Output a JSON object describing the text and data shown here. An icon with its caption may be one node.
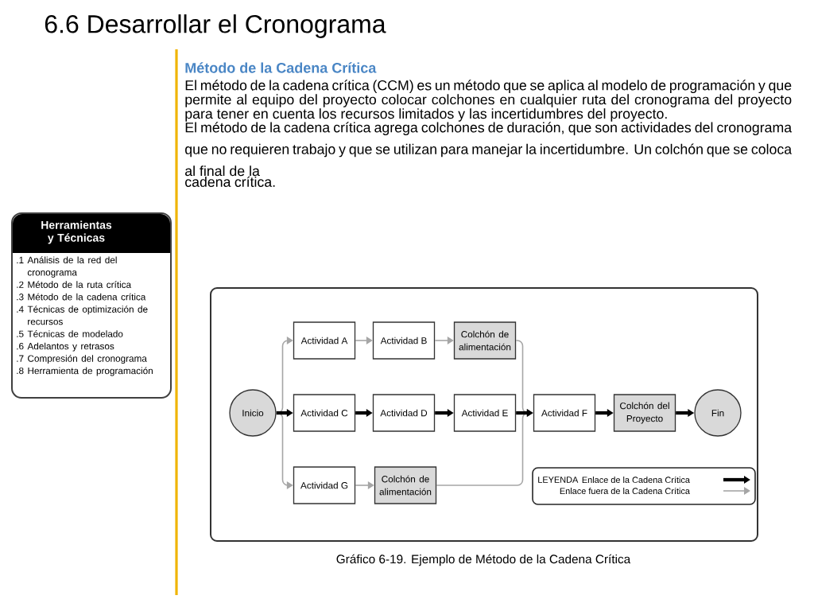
{
  "diagram": {
    "title": "6.6 Desarrollar el Cronograma",
    "caption": "Gráfico 6-19. Ejemplo de Método de la Cadena Crítica",
    "nodes": [
      {
        "text": [
          "Herramientas y Técnicas",
          ".1 Análisis de la red del cronograma",
          ".2 Método de la ruta crítica",
          ".3 Método de la cadena crítica",
          ".4 Técnicas de optimización de recursos",
          ".5 Técnicas de modelado",
          ".6 Adelantos y retrasos",
          ".7 Compresión del cronograma",
          ".8 Herramienta de programación"
        ]
      },
      {
        "text": [
          "Inicio"
        ]
      },
      {
        "text": [
          "Actividad A"
        ]
      },
      {
        "text": [
          "Actividad B"
        ]
      },
      {
        "text": [
          "Colchón de alimentación"
        ]
      },
      {
        "text": [
          "Actividad C"
        ]
      },
      {
        "text": [
          "Actividad D"
        ]
      },
      {
        "text": [
          "Actividad E"
        ]
      },
      {
        "text": [
          "Actividad F"
        ]
      },
      {
        "text": [
          "Colchón del Proyecto"
        ]
      },
      {
        "text": [
          "Fin"
        ]
      },
      {
        "text": [
          "Actividad G"
        ]
      },
      {
        "text": [
          "Colchón de alimentación"
        ]
      }
    ],
    "edges": [
      {
        "from": 1,
        "to": 2,
        "arrow": "to"
      },
      {
        "from": 1,
        "to": 5,
        "arrow": "to",
        "style": "thick",
        "color": "#000000"
      },
      {
        "from": 1,
        "to": 11,
        "arrow": "to"
      },
      {
        "from": 2,
        "to": 3,
        "arrow": "to"
      },
      {
        "from": 3,
        "to": 4,
        "arrow": "to"
      },
      {
        "from": 5,
        "to": 6,
        "arrow": "to",
        "style": "thick",
        "color": "#000000"
      },
      {
        "from": 6,
        "to": 7,
        "arrow": "to",
        "style": "thick",
        "color": "#000000"
      },
      {
        "from": 7,
        "to": 8,
        "arrow": "to",
        "style": "thick",
        "color": "#000000"
      },
      {
        "from": 4,
        "to": 8,
        "arrow": "to"
      },
      {
        "from": 11,
        "to": 12,
        "arrow": "to"
      },
      {
        "from": 12,
        "to": 8,
        "arrow": "to"
      },
      {
        "from": 8,
        "to": 9,
        "arrow": "to",
        "style": "thick",
        "color": "#000000"
      },
      {
        "from": 9,
        "to": 10,
        "arrow": "to",
        "style": "thick",
        "color": "#000000"
      }
    ],
    "labels": [
      "Método de la Cadena Crítica",
      "El método de la cadena crítica (CCM) es un método que se aplica al modelo de programación y que permite al equipo del proyecto colocar colchones en cualquier ruta del cronograma del proyecto para tener en cuenta los recursos limitados y las incertidumbres del proyecto.",
      "El método de la cadena crítica agrega colchones de duración, que son actividades del cronograma que no requieren trabajo y que se utilizan para manejar la incertidumbre. Un colchón que se coloca al final de la",
      "cadena crítica.",
      "LEYENDA"
    ],
    "legend": [
      {
        "text": "Enlace de la Cadena Crítica"
      },
      {
        "text": "Enlace fuera de la Cadena Crítica"
      }
    ]
  }
}
